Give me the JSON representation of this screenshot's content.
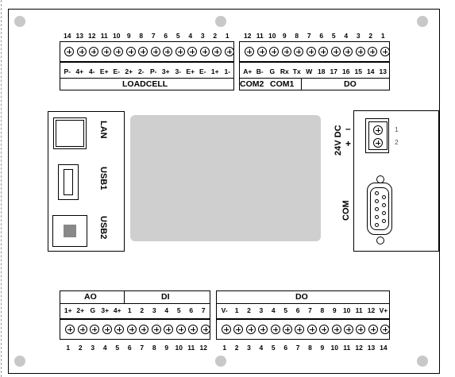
{
  "top_left_block": {
    "numbers": [
      "14",
      "13",
      "12",
      "11",
      "10",
      "9",
      "8",
      "7",
      "6",
      "5",
      "4",
      "3",
      "2",
      "1"
    ],
    "pins": [
      "P-",
      "4+",
      "4-",
      "E+",
      "E-",
      "2+",
      "2-",
      "P-",
      "3+",
      "3-",
      "E+",
      "E-",
      "1+",
      "1-"
    ],
    "title": "LOADCELL"
  },
  "top_right_block": {
    "numbers": [
      "12",
      "11",
      "10",
      "9",
      "8",
      "7",
      "6",
      "5",
      "4",
      "3",
      "2",
      "1"
    ],
    "pins": [
      "A+",
      "B-",
      "G",
      "Rx",
      "Tx",
      "W",
      "18",
      "17",
      "16",
      "15",
      "14",
      "13"
    ],
    "com2": "COM2",
    "com1": "COM1",
    "do": "DO"
  },
  "left_ports": {
    "lan": "LAN",
    "usb1": "USB1",
    "usb2": "USB2"
  },
  "power": {
    "label": "24V DC",
    "minus": "–",
    "plus": "+",
    "pins": [
      "1",
      "2"
    ]
  },
  "com_port": {
    "label": "COM"
  },
  "bottom_left_block": {
    "ao_title": "AO",
    "di_title": "DI",
    "pins": [
      "1+",
      "2+",
      "G",
      "3+",
      "4+",
      "1",
      "2",
      "3",
      "4",
      "5",
      "6",
      "7"
    ],
    "numbers": [
      "1",
      "2",
      "3",
      "4",
      "5",
      "6",
      "7",
      "8",
      "9",
      "10",
      "11",
      "12"
    ]
  },
  "bottom_right_block": {
    "do_title": "DO",
    "pins": [
      "V-",
      "1",
      "2",
      "3",
      "4",
      "5",
      "6",
      "7",
      "8",
      "9",
      "10",
      "11",
      "12",
      "V+"
    ],
    "numbers": [
      "1",
      "2",
      "3",
      "4",
      "5",
      "6",
      "7",
      "8",
      "9",
      "10",
      "11",
      "12",
      "13",
      "14"
    ]
  }
}
